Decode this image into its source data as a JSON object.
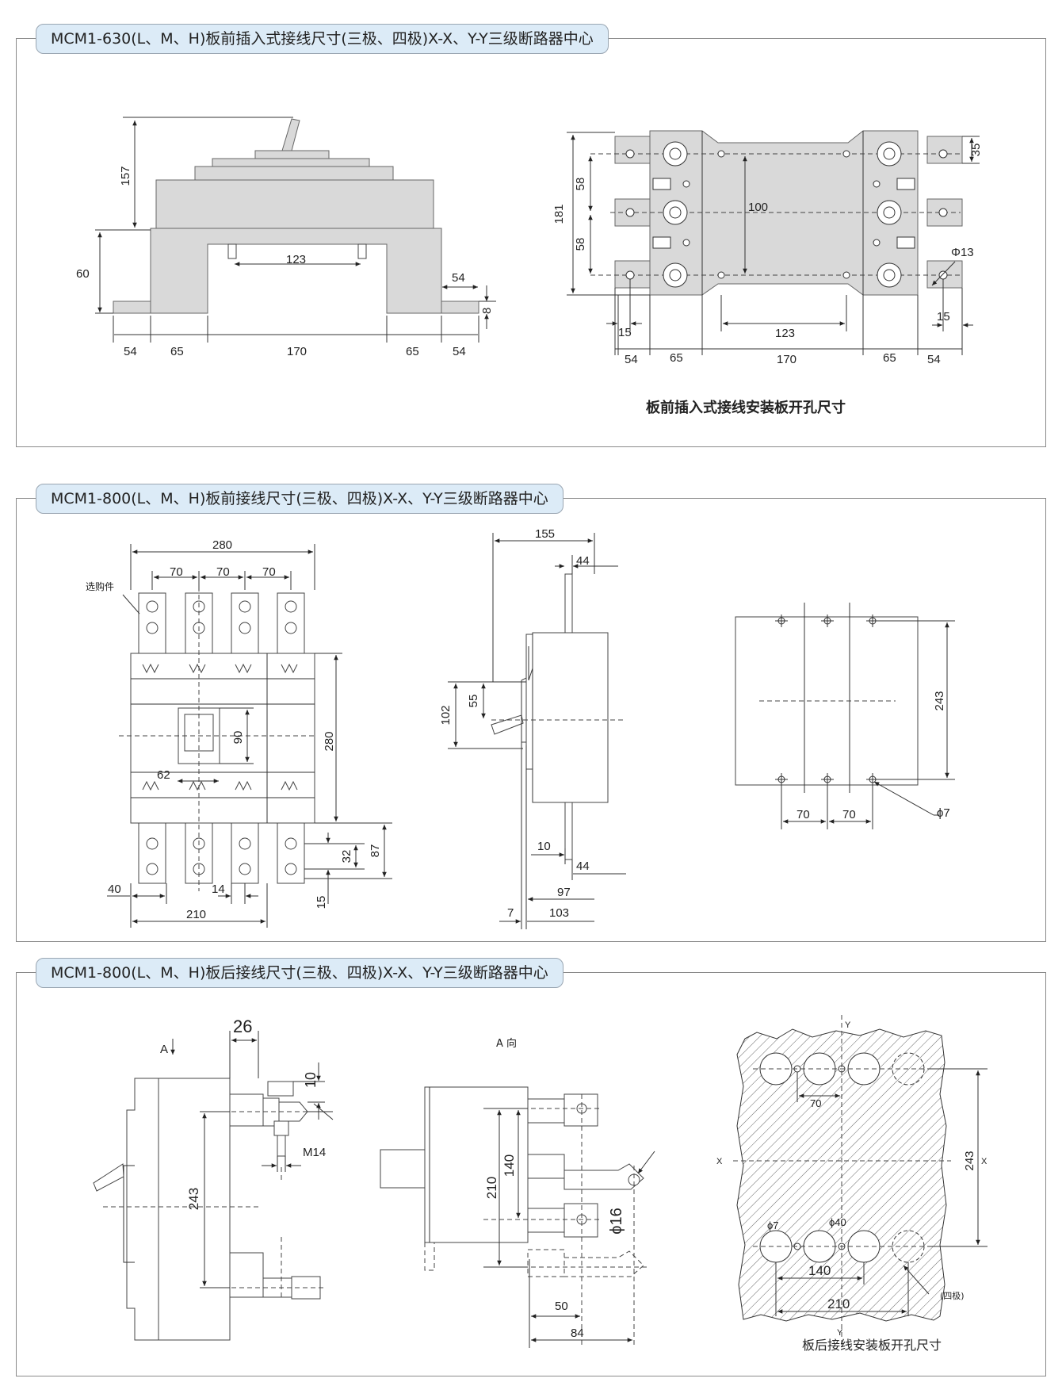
{
  "sections": {
    "s1": {
      "title": "MCM1-630(L、M、H)板前插入式接线尺寸(三极、四极)X-X、Y-Y三级断路器中心"
    },
    "s2": {
      "title": "MCM1-800(L、M、H)板前接线尺寸(三极、四极)X-X、Y-Y三级断路器中心"
    },
    "s3": {
      "title": "MCM1-800(L、M、H)板后接线尺寸(三极、四极)X-X、Y-Y三级断路器中心"
    }
  },
  "s1": {
    "side": {
      "d157": "157",
      "d60": "60",
      "d123": "123",
      "d54r": "54",
      "d8": "8",
      "bottom": [
        "54",
        "65",
        "170",
        "65",
        "54"
      ]
    },
    "plate": {
      "d181": "181",
      "d58a": "58",
      "d58b": "58",
      "d100": "100",
      "d35": "35",
      "phi13": "Φ13",
      "d15l": "15",
      "d15r": "15",
      "d123": "123",
      "bottom": [
        "54",
        "65",
        "170",
        "65",
        "54"
      ]
    },
    "caption": "板前插入式接线安装板开孔尺寸"
  },
  "s2": {
    "front": {
      "d280w": "280",
      "d70a": "70",
      "d70b": "70",
      "d70c": "70",
      "optional": "选购件",
      "d280h": "280",
      "d90": "90",
      "d62": "62",
      "d32": "32",
      "d87": "87",
      "d15": "15",
      "d40": "40",
      "d14": "14",
      "d210": "210"
    },
    "side": {
      "d155": "155",
      "d44t": "44",
      "d102": "102",
      "d55": "55",
      "d10": "10",
      "d44b": "44",
      "d97": "97",
      "d7": "7",
      "d103": "103"
    },
    "plate": {
      "d243": "243",
      "d70a": "70",
      "d70b": "70",
      "phi7": "ϕ7"
    }
  },
  "s3": {
    "side": {
      "a": "A",
      "d26": "26",
      "d10": "10",
      "m14": "M14",
      "d243": "243"
    },
    "view": {
      "label": "A 向",
      "d210": "210",
      "d140": "140",
      "phi16": "ϕ16",
      "d50": "50",
      "d84": "84"
    },
    "plate": {
      "y": "Y",
      "y2": "Y",
      "x": "X",
      "x2": "X",
      "d70": "70",
      "d243": "243",
      "phi7": "ϕ7",
      "phi40": "ϕ40",
      "d140": "140",
      "d210": "210",
      "four": "(四极)",
      "caption": "板后接线安装板开孔尺寸"
    }
  }
}
